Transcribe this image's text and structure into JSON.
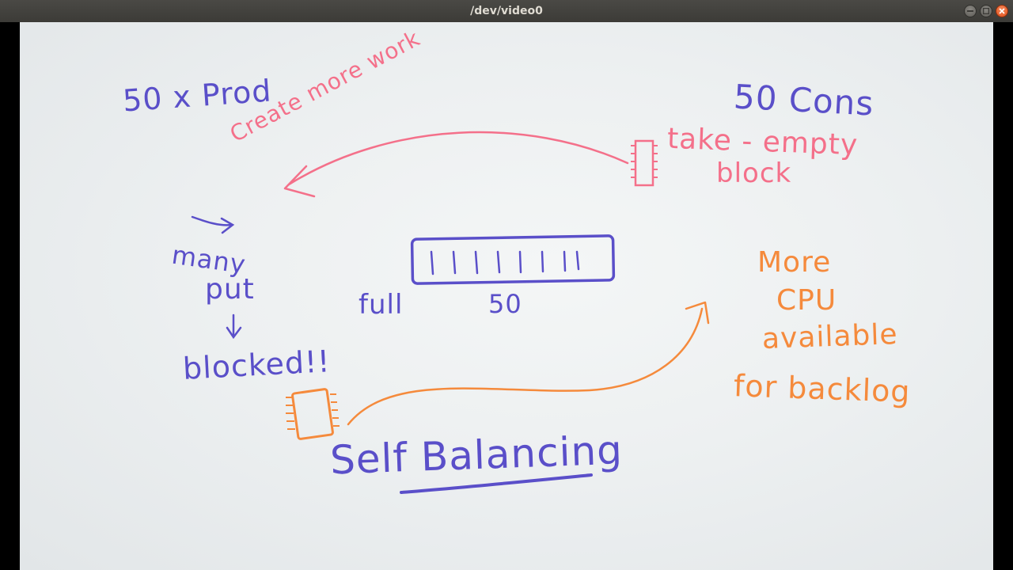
{
  "window": {
    "title": "/dev/video0"
  },
  "colors": {
    "blue_marker": "#5a4fc9",
    "pink_marker": "#f4708a",
    "orange_marker": "#f58a3c",
    "board": "#edf0f1"
  },
  "board": {
    "producer_label": "50 x Prod",
    "consumer_label": "50 Cons",
    "create_more_work": "Create more work",
    "take_empty": "take - empty",
    "block": "block",
    "many": "many",
    "put": "put",
    "blocked": "blocked!!",
    "full": "full",
    "queue_size": "50",
    "more_cpu_line1": "More",
    "more_cpu_line2": "CPU",
    "more_cpu_line3": "available",
    "more_cpu_line4": "for backlog",
    "self_balancing": "Self Balancing"
  }
}
